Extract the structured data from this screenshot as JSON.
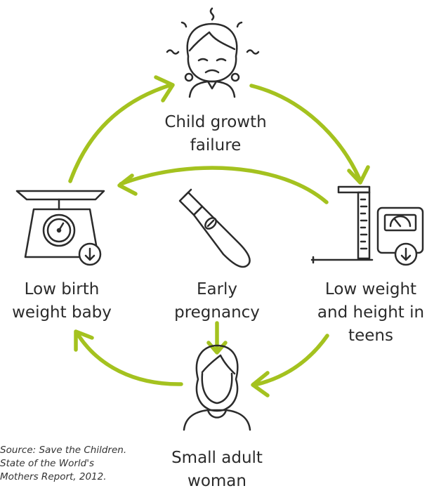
{
  "nodes": {
    "child_growth_failure": {
      "line1": "Child growth",
      "line2": "failure"
    },
    "low_weight_teens": {
      "line1": "Low weight",
      "line2": "and height in",
      "line3": "teens"
    },
    "small_adult_woman": {
      "line1": "Small adult",
      "line2": "woman"
    },
    "low_birth_weight_baby": {
      "line1": "Low birth",
      "line2": "weight baby"
    },
    "early_pregnancy": {
      "line1": "Early",
      "line2": "pregnancy"
    }
  },
  "source": {
    "line1": "Source: Save the Children.",
    "line2": "State of the World's",
    "line3": "Mothers Report, 2012."
  },
  "colors": {
    "arrow": "#a4c21f",
    "icon_stroke": "#2b2b2b"
  },
  "icons": [
    "sad-child-icon",
    "height-scale-icon",
    "woman-icon",
    "baby-scale-icon",
    "pregnancy-test-icon"
  ]
}
